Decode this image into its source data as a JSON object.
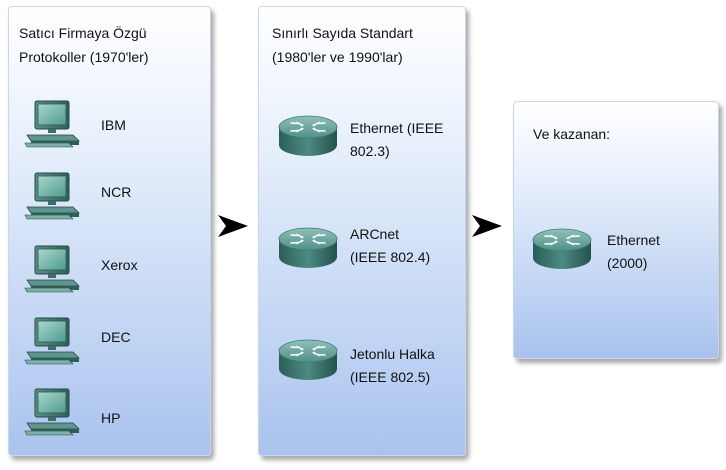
{
  "panels": [
    {
      "title_line1": "Satıcı Firmaya Özgü",
      "title_line2": "Protokoller  (1970'ler)",
      "items": [
        {
          "icon": "computer-icon",
          "label": "IBM"
        },
        {
          "icon": "computer-icon",
          "label": "NCR"
        },
        {
          "icon": "computer-icon",
          "label": "Xerox"
        },
        {
          "icon": "computer-icon",
          "label": "DEC"
        },
        {
          "icon": "computer-icon",
          "label": "HP"
        }
      ]
    },
    {
      "title_line1": "Sınırlı Sayıda Standart",
      "title_line2": "(1980'ler ve 1990'lar)",
      "items": [
        {
          "icon": "router-icon",
          "label_line1": "Ethernet (IEEE",
          "label_line2": "802.3)"
        },
        {
          "icon": "router-icon",
          "label_line1": "ARCnet",
          "label_line2": "(IEEE 802.4)"
        },
        {
          "icon": "router-icon",
          "label_line1": "Jetonlu Halka",
          "label_line2": "(IEEE 802.5)"
        }
      ]
    },
    {
      "title_line1": "Ve kazanan:",
      "items": [
        {
          "icon": "router-icon",
          "label_line1": "Ethernet",
          "label_line2": "(2000)"
        }
      ]
    }
  ],
  "arrows": [
    "arrow-right-icon",
    "arrow-right-icon"
  ],
  "colors": {
    "panel_top": "#ffffff",
    "panel_bottom": "#a9c3ee",
    "router": "#2f6f6a",
    "computer_screen": "#6fb3a8"
  }
}
